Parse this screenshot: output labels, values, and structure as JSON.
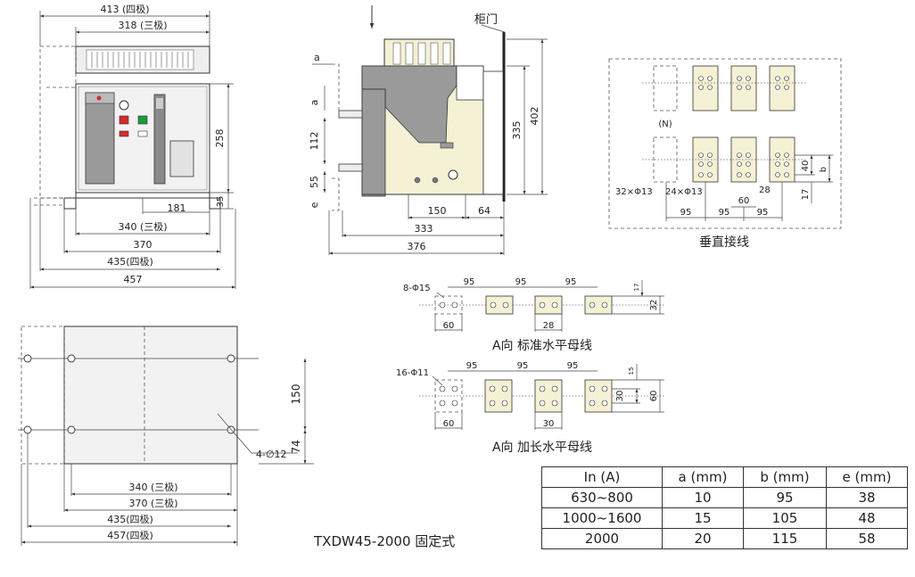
{
  "front": {
    "d413": "413 (四极)",
    "d318": "318 (三极)",
    "d258": "258",
    "d35": "35",
    "d181": "181",
    "d340": "340 (三极)",
    "d370": "370",
    "d435": "435(四极)",
    "d457": "457"
  },
  "side": {
    "door": "柜门",
    "a1": "a",
    "a2": "a",
    "d112": "112",
    "d55": "55",
    "e": "e",
    "d335": "335",
    "d402": "402",
    "d150": "150",
    "d64": "64",
    "d333": "333",
    "d376": "376"
  },
  "vertical": {
    "n": "(N)",
    "d40": "40",
    "b": "b",
    "d17": "17",
    "d28": "28",
    "d60": "60",
    "h32": "32×Φ13",
    "h24": "24×Φ13",
    "d95a": "95",
    "d95b": "95",
    "d95c": "95",
    "caption": "垂直接线"
  },
  "busStd": {
    "holes": "8-Φ15",
    "d95a": "95",
    "d95b": "95",
    "d95c": "95",
    "d17": "17",
    "d32": "32",
    "d28": "28",
    "d60": "60",
    "caption": "A向 标准水平母线"
  },
  "busExt": {
    "holes": "16-Φ11",
    "d95a": "95",
    "d95b": "95",
    "d95c": "95",
    "d15": "15",
    "d30v": "30",
    "d60v": "60",
    "d30": "30",
    "d60": "60",
    "caption": "A向 加长水平母线"
  },
  "mount": {
    "d150": "150",
    "d74": "74",
    "holes": "4-∅12",
    "d340": "340 (三极)",
    "d370": "370 (三极)",
    "d435": "435(四极)",
    "d457": "457(四极)"
  },
  "model": "TXDW45-2000 固定式",
  "table": {
    "headers": [
      "In (A)",
      "a (mm)",
      "b (mm)",
      "e (mm)"
    ],
    "rows": [
      [
        "630~800",
        "10",
        "95",
        "38"
      ],
      [
        "1000~1600",
        "15",
        "105",
        "48"
      ],
      [
        "2000",
        "20",
        "115",
        "58"
      ]
    ]
  },
  "colors": {
    "body": "#f4f1d4",
    "grey": "#9a9a9a",
    "red": "#d92a2a",
    "green": "#1f9a3a"
  }
}
